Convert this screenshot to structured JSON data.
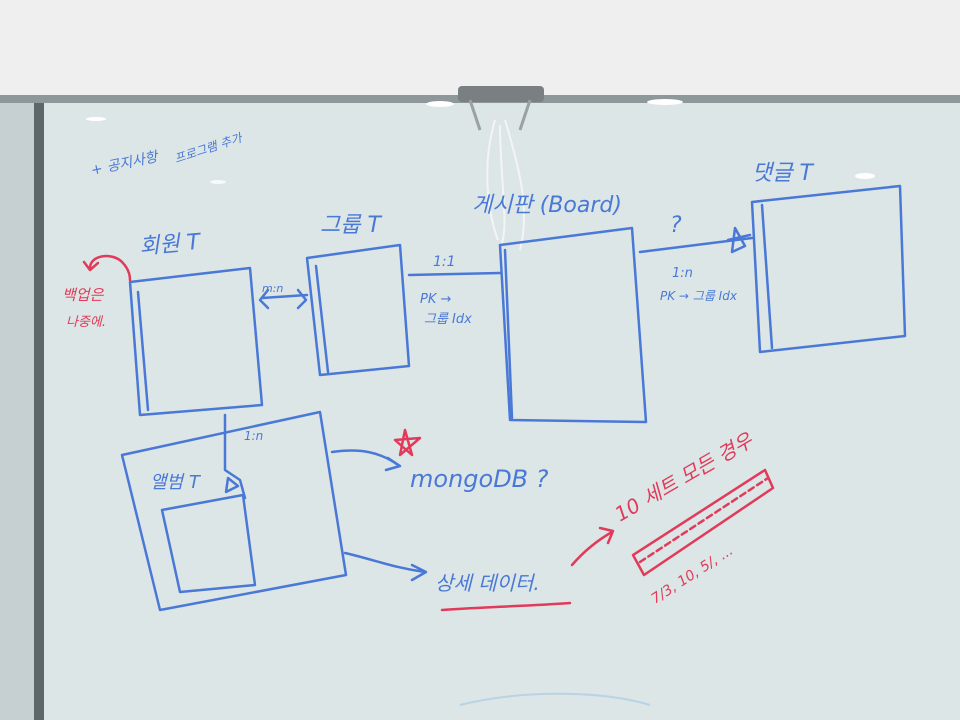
{
  "colors": {
    "marker_blue": "#4a78d6",
    "marker_red": "#e23a5a",
    "board": "#dfe8e8",
    "frame_top": "#f1f1f1",
    "wall": "#b9c4c7"
  },
  "notes": {
    "top_note_line1": "+ 공지사항",
    "top_note_line2": "프로그램 추가"
  },
  "tables": {
    "member": "회원 T",
    "group": "그룹 T",
    "board": "게시판 (Board)",
    "comment": "댓글 T",
    "album": "앨범 T"
  },
  "relations": {
    "member_group": "m:n",
    "group_board": "1:1",
    "group_board_pk_line1": "PK →",
    "group_board_pk_line2": "그룹 Idx",
    "board_comment": "1:n",
    "board_comment_pk": "PK → 그룹 Idx",
    "board_comment_q": "?",
    "member_album": "1:n"
  },
  "side_notes": {
    "backup_line1": "백업은",
    "backup_line2": "나중에."
  },
  "targets": {
    "mongodb": "mongoDB ?",
    "detail": "상세 데이터."
  },
  "red_notes": {
    "heading": "10 세트 모든 경우",
    "values": "7/3, 10, 5/, ..."
  }
}
